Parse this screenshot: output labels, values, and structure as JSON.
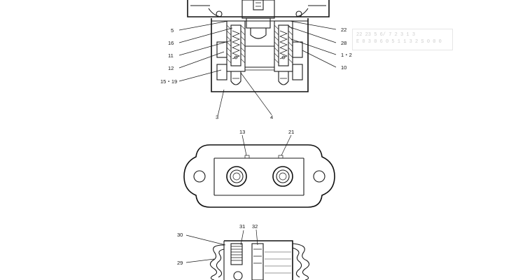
{
  "callouts": {
    "c5": "5",
    "c16": "16",
    "c11": "11",
    "c12": "12",
    "c15_19": "15・19",
    "c3": "3",
    "c4": "4",
    "c22": "22",
    "c28": "28",
    "c1_2": "1・2",
    "c10": "10",
    "c13": "13",
    "c21": "21",
    "c30": "30",
    "c29": "29",
    "c31": "31",
    "c32": "32"
  },
  "stamp": {
    "line1": "22  23 5 6/ 7 2 3 1 3",
    "line2": "E 0 3 0 6 0 5 1 1 3 2 S 0 0 0"
  }
}
